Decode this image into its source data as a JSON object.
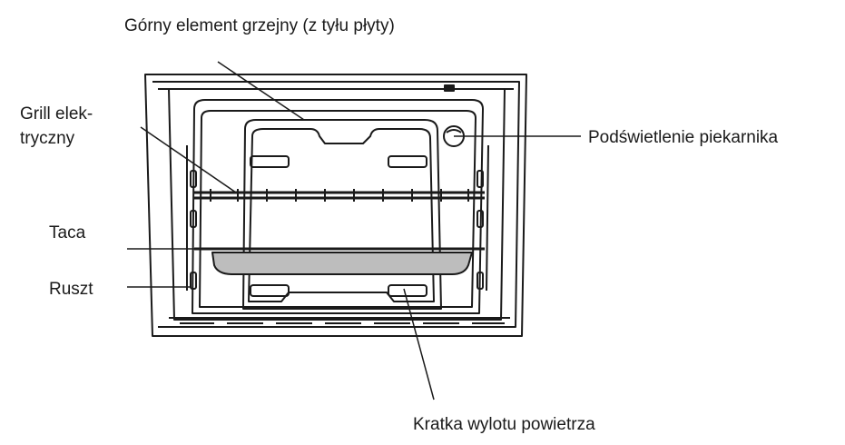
{
  "labels": {
    "top_heating_element": "Górny element grzejny (z tyłu płyty)",
    "electric_grill_line1": "Grill elek-",
    "electric_grill_line2": "tryczny",
    "oven_light": "Podświetlenie piekarnika",
    "tray": "Taca",
    "rack": "Ruszt",
    "air_vent": "Kratka wylotu powietrza"
  },
  "colors": {
    "stroke": "#1a1a1a",
    "tray_fill": "#bdbdbd"
  }
}
